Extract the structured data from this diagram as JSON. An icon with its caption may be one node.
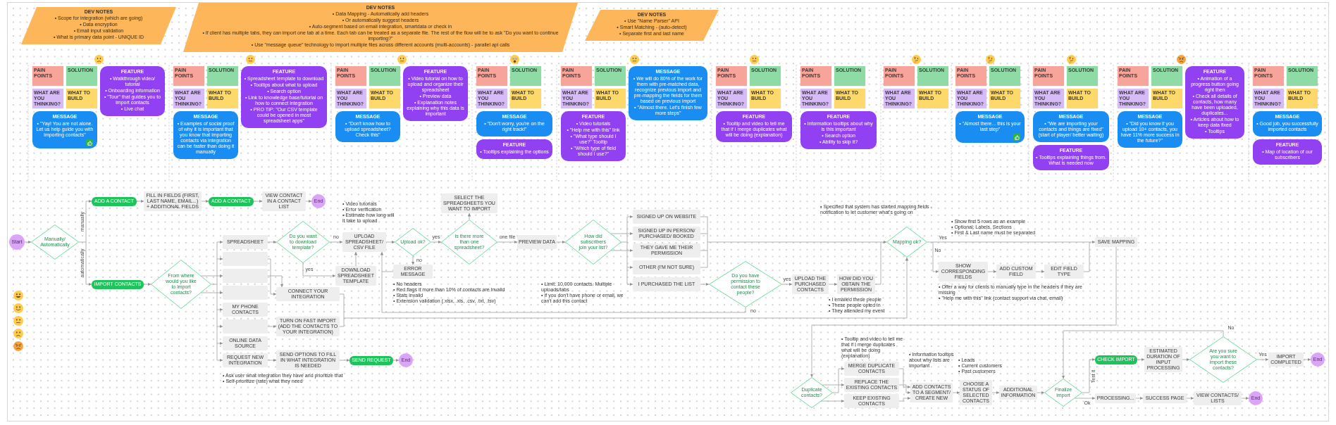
{
  "diagram": {
    "nodes": [
      {
        "text": [
          "DEV NOTES",
          "• Scope for integration (which are going)",
          "• Data encryption",
          "• Email input validation",
          "• What is primary data point - UNIQUE ID"
        ]
      },
      {
        "text": [
          "PAIN POINTS"
        ]
      },
      {
        "text": [
          "SOLUTION"
        ]
      },
      {
        "text": [
          "WHAT ARE YOU THINKING?"
        ]
      },
      {
        "text": [
          "WHAT TO BUILD"
        ]
      },
      {
        "text": [
          "MESSAGE",
          "• \"Yay! You are not alone. Let us help guide you with importing contacts\""
        ]
      },
      {
        "text": [
          "FEATURE",
          "• Walkthrough video/ tutorial",
          "• Onboarding information",
          "• \"Tour\" that guides you to import contacts",
          "• Live chat"
        ]
      },
      {
        "text": [
          "DEV NOTES",
          "• Data Mapping - Automatically add headers",
          "• Or automatically suggest headers",
          "• Auto-segment based on email integration, smartdata or check in",
          "• If client has multiple tabs, they can import one tab at a time. Each tab can be treated as a separate file. The rest of the flow will be to ask \"Do you want to continue importing?\"",
          "• Use \"message queue\" technology to import multiple files across different accounts (multi-accounts) - parallel api calls"
        ]
      },
      {
        "text": [
          "PAIN POINTS"
        ]
      },
      {
        "text": [
          "SOLUTION"
        ]
      },
      {
        "text": [
          "WHAT ARE YOU THINKING?"
        ]
      },
      {
        "text": [
          "WHAT TO BUILD"
        ]
      },
      {
        "text": [
          "MESSAGE",
          "• Examples of social proof of why it is important that you know that importing contacts via integration can be faster than doing it manually"
        ]
      },
      {
        "text": [
          "FEATURE",
          "• Spreadsheet template to download",
          "• Tooltips about what to upload",
          "• Search option",
          "• Link to knowledge base/tutorial on how to connect integration",
          "• PRO TIP: \"Our CSV template could be opened in most spreadsheet apps\""
        ]
      },
      {
        "text": [
          "PAIN POINTS"
        ]
      },
      {
        "text": [
          "SOLUTION"
        ]
      },
      {
        "text": [
          "WHAT ARE YOU THINKING?"
        ]
      },
      {
        "text": [
          "WHAT TO BUILD"
        ]
      },
      {
        "text": [
          "MESSAGE",
          "• \"Don't know how to upload spreadsheet? Check this\""
        ]
      },
      {
        "text": [
          "FEATURE",
          "• Video tutorial on how to upload and organize their spreadsheet",
          "• Preview data",
          "• Explanation notes explaining why this data is important"
        ]
      },
      {
        "text": [
          "PAIN POINTS"
        ]
      },
      {
        "text": [
          "SOLUTION"
        ]
      },
      {
        "text": [
          "WHAT ARE YOU THINKING?"
        ]
      },
      {
        "text": [
          "WHAT TO BUILD"
        ]
      },
      {
        "text": [
          "MESSAGE",
          "• \"Don't worry, you're on the right track!\""
        ]
      },
      {
        "text": [
          "FEATURE",
          "• Tooltips explaining the options"
        ]
      },
      {
        "text": [
          "DEV NOTES",
          "• Use \"Name Parser\" API",
          "• Smart Matching - (auto-detect)",
          "• Separate first and last name"
        ]
      },
      {
        "text": [
          "PAIN POINTS"
        ]
      },
      {
        "text": [
          "SOLUTION"
        ]
      },
      {
        "text": [
          "WHAT ARE YOU THINKING?"
        ]
      },
      {
        "text": [
          "WHAT TO BUILD"
        ]
      },
      {
        "text": [
          "MESSAGE",
          "• We will do 80% of the work for them with pre-matched data, recognize previous import and pre-mapping the fields for them based on previous import",
          "• \"Almost there. Let's finish few more steps\""
        ]
      },
      {
        "text": [
          "FEATURE",
          "• Video tutorials",
          "• \"Help me with this\" link",
          "• \"What type should I use?\" Tooltip",
          "• \"Which type of field should I use?\""
        ]
      },
      {
        "text": [
          "PAIN POINTS"
        ]
      },
      {
        "text": [
          "SOLUTION"
        ]
      },
      {
        "text": [
          "WHAT ARE YOU THINKING?"
        ]
      },
      {
        "text": [
          "WHAT TO BUILD"
        ]
      },
      {
        "text": [
          "FEATURE",
          "• Tooltip and video to tell me that if I merge duplicates what will be doing (explanation)"
        ]
      },
      {
        "text": [
          "PAIN POINTS"
        ]
      },
      {
        "text": [
          "SOLUTION"
        ]
      },
      {
        "text": [
          "WHAT ARE YOU THINKING?"
        ]
      },
      {
        "text": [
          "WHAT TO BUILD"
        ]
      },
      {
        "text": [
          "FEATURE",
          "• Information tooltips about why is this important",
          "• Search option",
          "• Ability to skip it?"
        ]
      },
      {
        "text": [
          "PAIN POINTS"
        ]
      },
      {
        "text": [
          "SOLUTION"
        ]
      },
      {
        "text": [
          "WHAT ARE YOU THINKING?"
        ]
      },
      {
        "text": [
          "WHAT TO BUILD"
        ]
      },
      {
        "text": [
          "PAIN POINTS"
        ]
      },
      {
        "text": [
          "SOLUTION"
        ]
      },
      {
        "text": [
          "WHAT ARE YOU THINKING?"
        ]
      },
      {
        "text": [
          "WHAT TO BUILD"
        ]
      },
      {
        "text": [
          "MESSAGE",
          "• \"Almost there... this is your last step\""
        ]
      },
      {
        "text": [
          "PAIN POINTS"
        ]
      },
      {
        "text": [
          "SOLUTION"
        ]
      },
      {
        "text": [
          "WHAT ARE YOU THINKING?"
        ]
      },
      {
        "text": [
          "WHAT TO BUILD"
        ]
      },
      {
        "text": [
          "MESSAGE",
          "• \"We are importing your contacts and things are fixed\" (start of player/ better waiting)"
        ]
      },
      {
        "text": [
          "FEATURE",
          "• Tooltips explaining things from. What is needed now"
        ]
      },
      {
        "text": [
          "PAIN POINTS"
        ]
      },
      {
        "text": [
          "SOLUTION"
        ]
      },
      {
        "text": [
          "WHAT ARE YOU THINKING?"
        ]
      },
      {
        "text": [
          "WHAT TO BUILD"
        ]
      },
      {
        "text": [
          "MESSAGE",
          "• \"Did you know if you upload 10+ contacts, you have 11% more success in the future?\""
        ]
      },
      {
        "text": [
          "FEATURE",
          "• Animation of a progress button going right then",
          "• Check all details of contacts, how many have been uploaded, duplicates...",
          "• Articles about how to keep data fixed",
          "• Tooltips"
        ]
      },
      {
        "text": [
          "PAIN POINTS"
        ]
      },
      {
        "text": [
          "SOLUTION"
        ]
      },
      {
        "text": [
          "WHAT ARE YOU THINKING?"
        ]
      },
      {
        "text": [
          "WHAT TO BUILD"
        ]
      },
      {
        "text": [
          "MESSAGE",
          "• Good job, you successfully imported contacts"
        ]
      },
      {
        "text": [
          "FEATURE",
          "• Map of location of our subscribers"
        ]
      },
      {
        "text": [
          "Start"
        ]
      },
      {
        "text": [
          "Manually/ Automatically"
        ]
      },
      {
        "text": [
          "ADD A CONTACT"
        ]
      },
      {
        "text": [
          "FILL IN FIELDS (FIRST, LAST NAME, EMAIL...) + ADDITIONAL FIELDS"
        ]
      },
      {
        "text": [
          "ADD A CONTACT"
        ]
      },
      {
        "text": [
          "VIEW CONTACT IN A CONTACT LIST"
        ]
      },
      {
        "text": [
          "End"
        ]
      },
      {
        "text": [
          "IMPORT CONTACTS"
        ]
      },
      {
        "text": [
          "From where would you like to import contacts?"
        ]
      },
      {
        "text": [
          "SPREADSHEET"
        ]
      },
      {
        "text": [],
        "shape": "box"
      },
      {
        "text": [],
        "shape": "box"
      },
      {
        "text": [],
        "shape": "box"
      },
      {
        "text": [
          "MY PHONE CONTACTS"
        ]
      },
      {
        "text": [],
        "shape": "box"
      },
      {
        "text": [
          "ONLINE DATA SOURCE"
        ]
      },
      {
        "text": [
          "REQUEST NEW INTEGRATION"
        ]
      },
      {
        "text": [
          "Do you want to download template?"
        ]
      },
      {
        "text": [
          "DOWNLOAD SPREADSHEET TEMPLATE"
        ]
      },
      {
        "text": [
          "CONNECT YOUR INTEGRATION"
        ]
      },
      {
        "text": [
          "TURN ON FAST IMPORT (ADD THE CONTACTS TO YOUR INTEGRATION)"
        ]
      },
      {
        "text": [
          "SEND OPTIONS TO FILL IN WHAT INTEGRATION IS NEEDED"
        ]
      },
      {
        "text": [
          "SEND REQUEST"
        ]
      },
      {
        "text": [
          "End"
        ]
      },
      {
        "text": [
          "UPLOAD SPREADSHEET/CSV FILE"
        ],
        "beside": [
          "• Video tutorials",
          "• Error verification",
          "• Estimate how long will it take to upload"
        ]
      },
      {
        "text": [
          "Upload ok?"
        ]
      },
      {
        "text": [
          "ERROR MESSAGE"
        ],
        "beside": [
          "• No headers",
          "• Red flags if more than 10% of contacts are invalid",
          "• Stats invalid",
          "• Extension validation (.xlsx, .xls, .csv, .txt, .tsv)",
          "• Limit: 10,000 contacts. Multiple uploads/tabs",
          "• If you don't have phone or email, we can't add this contact"
        ]
      },
      {
        "text": [
          "Is there more than one spreadsheet?"
        ]
      },
      {
        "text": [
          "SELECT THE SPREADSHEETS YOU WANT TO IMPORT"
        ]
      },
      {
        "text": [
          "PREVIEW DATA"
        ]
      },
      {
        "text": [
          "How did subscribers join your list?"
        ]
      },
      {
        "text": [
          "SIGNED UP ON WEBSITE"
        ]
      },
      {
        "text": [
          "SIGNED UP IN PERSON/ PURCHASED/ BOOKED"
        ]
      },
      {
        "text": [
          "THEY GAVE ME THEIR PERMISSION"
        ]
      },
      {
        "text": [
          "OTHER (I'M NOT SURE)"
        ]
      },
      {
        "text": [
          "I PURCHASED THE LIST"
        ]
      },
      {
        "text": [
          "Do you have permission to contact these people?"
        ]
      },
      {
        "text": [
          "UPLOAD THE PURCHASED CONTACTS"
        ]
      },
      {
        "text": [
          "HOW DID YOU OBTAIN THE PERMISSION"
        ],
        "beside": [
          "• I emailed these people",
          "• These people opted in",
          "• They attended my event"
        ]
      },
      {
        "text": [
          "Mapping ok?"
        ]
      },
      {
        "text": [
          "SHOW CORRESPONDING FIELDS"
        ]
      },
      {
        "text": [
          "ADD CUSTOM FIELD"
        ]
      },
      {
        "text": [
          "EDIT FIELD TYPE"
        ]
      },
      {
        "text": [
          "SAVE MAPPING"
        ]
      },
      {
        "text": [
          "Duplicate contacts?"
        ]
      },
      {
        "text": [
          "MERGE DUPLICATE CONTACTS"
        ]
      },
      {
        "text": [
          "REPLACE THE EXISTING CONTACTS"
        ]
      },
      {
        "text": [
          "KEEP EXISTING CONTACTS"
        ]
      },
      {
        "text": [
          "ADD CONTACTS TO A SEGMENT/ CREATE NEW"
        ],
        "beside": [
          "• Information tooltips about why lists are important"
        ]
      },
      {
        "text": [
          "CHOOSE A STATUS OF SELECTED CONTACTS"
        ],
        "beside": [
          "• Leads",
          "• Current customers",
          "• Past customers"
        ]
      },
      {
        "text": [
          "ADDITIONAL INFORMATION"
        ]
      },
      {
        "text": [
          "Finalize import"
        ]
      },
      {
        "text": [
          "CHECK IMPORT"
        ]
      },
      {
        "text": [
          "ESTIMATED DURATION OF INPUT PROCESSING"
        ]
      },
      {
        "text": [
          "Are you sure you want to import these contacts?"
        ]
      },
      {
        "text": [
          "IMPORT COMPLETED"
        ]
      },
      {
        "text": [
          "End"
        ]
      },
      {
        "text": [
          "PROCESSING..."
        ]
      },
      {
        "text": [
          "SUCCESS PAGE"
        ]
      },
      {
        "text": [
          "VIEW CONTACTS/ LISTS"
        ]
      },
      {
        "text": [
          "End"
        ]
      }
    ],
    "edges": [
      {
        "from": 70,
        "to": 71,
        "arrow": "to"
      },
      {
        "from": 71,
        "to": 72,
        "arrow": "to",
        "label": "manually"
      },
      {
        "from": 71,
        "to": 77,
        "arrow": "to",
        "label": "automatically"
      },
      {
        "from": 72,
        "to": 73,
        "arrow": "to"
      },
      {
        "from": 73,
        "to": 74,
        "arrow": "to"
      },
      {
        "from": 74,
        "to": 75,
        "arrow": "to"
      },
      {
        "from": 75,
        "to": 76,
        "arrow": "to"
      },
      {
        "from": 77,
        "to": 78,
        "arrow": "to"
      },
      {
        "from": 78,
        "to": 79,
        "arrow": "to"
      },
      {
        "from": 78,
        "to": 80,
        "arrow": "to"
      },
      {
        "from": 78,
        "to": 81,
        "arrow": "to"
      },
      {
        "from": 78,
        "to": 82,
        "arrow": "to"
      },
      {
        "from": 78,
        "to": 83,
        "arrow": "to"
      },
      {
        "from": 78,
        "to": 84,
        "arrow": "to"
      },
      {
        "from": 78,
        "to": 85,
        "arrow": "to"
      },
      {
        "from": 78,
        "to": 86,
        "arrow": "to"
      },
      {
        "from": 79,
        "to": 87,
        "arrow": "to"
      },
      {
        "from": 87,
        "to": 94,
        "arrow": "to",
        "label": "no"
      },
      {
        "from": 87,
        "to": 88,
        "arrow": "to",
        "label": "yes"
      },
      {
        "from": 88,
        "to": 94,
        "arrow": "to"
      },
      {
        "from": 80,
        "to": 89,
        "arrow": "to"
      },
      {
        "from": 81,
        "to": 89,
        "arrow": "to"
      },
      {
        "from": 84,
        "to": 90,
        "arrow": "to"
      },
      {
        "from": 86,
        "to": 91,
        "arrow": "to"
      },
      {
        "from": 91,
        "to": 92,
        "arrow": "to"
      },
      {
        "from": 92,
        "to": 93,
        "arrow": "to"
      },
      {
        "from": 94,
        "to": 95,
        "arrow": "to"
      },
      {
        "from": 95,
        "to": 97,
        "arrow": "to",
        "label": "yes"
      },
      {
        "from": 95,
        "to": 96,
        "arrow": "to",
        "label": "no"
      },
      {
        "from": 96,
        "to": 94,
        "arrow": "to"
      },
      {
        "from": 97,
        "to": 98,
        "arrow": "to"
      },
      {
        "from": 97,
        "to": 99,
        "arrow": "to",
        "label": "one file"
      },
      {
        "from": 99,
        "to": 100,
        "arrow": "to"
      },
      {
        "from": 100,
        "to": 101,
        "arrow": "to"
      },
      {
        "from": 100,
        "to": 102,
        "arrow": "to"
      },
      {
        "from": 100,
        "to": 103,
        "arrow": "to"
      },
      {
        "from": 100,
        "to": 104,
        "arrow": "to"
      },
      {
        "from": 100,
        "to": 105,
        "arrow": "to"
      },
      {
        "from": 101,
        "to": 109,
        "arrow": "to"
      },
      {
        "from": 102,
        "to": 109,
        "arrow": "to"
      },
      {
        "from": 103,
        "to": 109,
        "arrow": "to"
      },
      {
        "from": 104,
        "to": 109,
        "arrow": "to"
      },
      {
        "from": 105,
        "to": 106,
        "arrow": "to"
      },
      {
        "from": 106,
        "to": 107,
        "arrow": "to",
        "label": "yes"
      },
      {
        "from": 106,
        "to": 94,
        "arrow": "to",
        "label": "no"
      },
      {
        "from": 107,
        "to": 108,
        "arrow": "to"
      },
      {
        "from": 108,
        "to": 109,
        "arrow": "to"
      },
      {
        "from": 89,
        "to": 109,
        "arrow": "to"
      },
      {
        "from": 90,
        "to": 109,
        "arrow": "to"
      },
      {
        "from": 109,
        "to": 113,
        "arrow": "to",
        "label": "Yes"
      },
      {
        "from": 109,
        "to": 110,
        "arrow": "to",
        "label": "No"
      },
      {
        "from": 110,
        "to": 111,
        "arrow": "to"
      },
      {
        "from": 111,
        "to": 112,
        "arrow": "to"
      },
      {
        "from": 112,
        "to": 113,
        "arrow": "to"
      },
      {
        "from": 113,
        "to": 114,
        "arrow": "to"
      },
      {
        "from": 114,
        "to": 115,
        "arrow": "to"
      },
      {
        "from": 114,
        "to": 116,
        "arrow": "to"
      },
      {
        "from": 114,
        "to": 117,
        "arrow": "to"
      },
      {
        "from": 115,
        "to": 118,
        "arrow": "to"
      },
      {
        "from": 116,
        "to": 118,
        "arrow": "to"
      },
      {
        "from": 117,
        "to": 118,
        "arrow": "to"
      },
      {
        "from": 118,
        "to": 119,
        "arrow": "to"
      },
      {
        "from": 119,
        "to": 120,
        "arrow": "to"
      },
      {
        "from": 120,
        "to": 121,
        "arrow": "to"
      },
      {
        "from": 121,
        "to": 127,
        "arrow": "to",
        "label": "Ok"
      },
      {
        "from": 121,
        "to": 122,
        "arrow": "to",
        "label": "Test it"
      },
      {
        "from": 122,
        "to": 123,
        "arrow": "to"
      },
      {
        "from": 123,
        "to": 124,
        "arrow": "to"
      },
      {
        "from": 124,
        "to": 125,
        "arrow": "to",
        "label": "Yes"
      },
      {
        "from": 124,
        "to": 121,
        "arrow": "to",
        "label": "No"
      },
      {
        "from": 125,
        "to": 126,
        "arrow": "to"
      },
      {
        "from": 127,
        "to": 128,
        "arrow": "to"
      },
      {
        "from": 128,
        "to": 129,
        "arrow": "to"
      },
      {
        "from": 129,
        "to": 130,
        "arrow": "to"
      }
    ],
    "labels": [
      "• Ask user what integration they have and prioritize that",
      "• Self-prioritize (rate) what they need",
      "• Specified that system has started mapping fields - notification to let customer what's going on",
      "• Show first 5 rows as an example",
      "• Optional: Labels, Sections",
      "• First & Last name must be separated",
      "• Offer a way for clients to manually type in the headers if they are missing",
      "• \"Help me with this\" link (contact support via chat, email)",
      "• Tooltip and video to tell me that if I merge duplicates what will be doing (explanation)"
    ]
  }
}
